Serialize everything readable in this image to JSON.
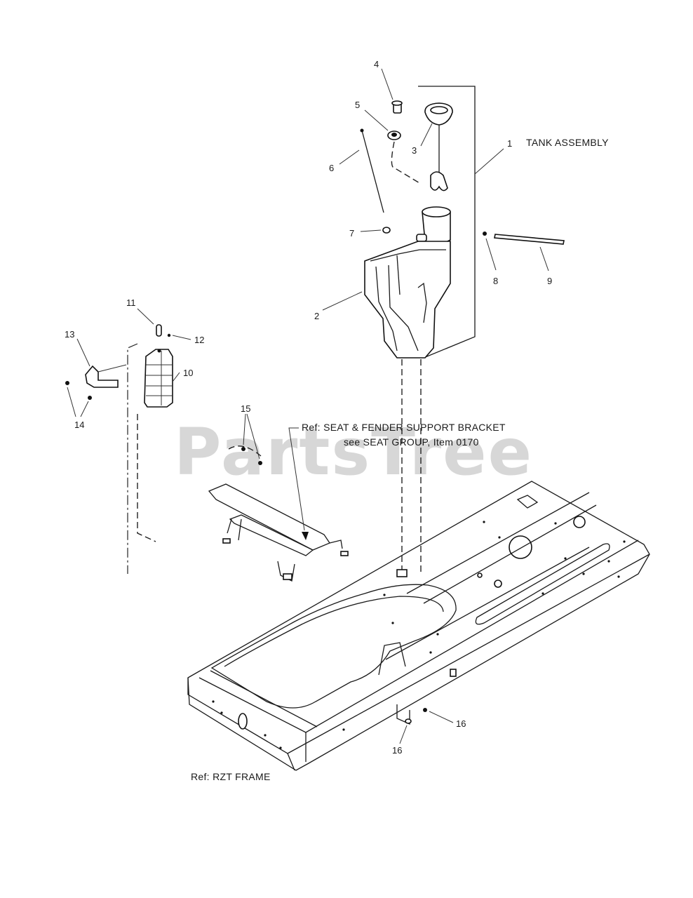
{
  "watermark": "PartsTree",
  "callouts": {
    "c1": "1",
    "c2": "2",
    "c3": "3",
    "c4": "4",
    "c5": "5",
    "c6": "6",
    "c7": "7",
    "c8": "8",
    "c9": "9",
    "c10": "10",
    "c11": "11",
    "c12": "12",
    "c13": "13",
    "c14": "14",
    "c15": "15",
    "c16a": "16",
    "c16b": "16"
  },
  "labels": {
    "tank_assembly": "TANK ASSEMBLY",
    "ref_seat_line1": "Ref: SEAT & FENDER SUPPORT BRACKET",
    "ref_seat_line2": "see SEAT GROUP, Item 0170",
    "ref_frame": "Ref: RZT FRAME"
  },
  "colors": {
    "line": "#1a1a1a",
    "watermark": "#d7d7d7",
    "background": "#ffffff"
  }
}
